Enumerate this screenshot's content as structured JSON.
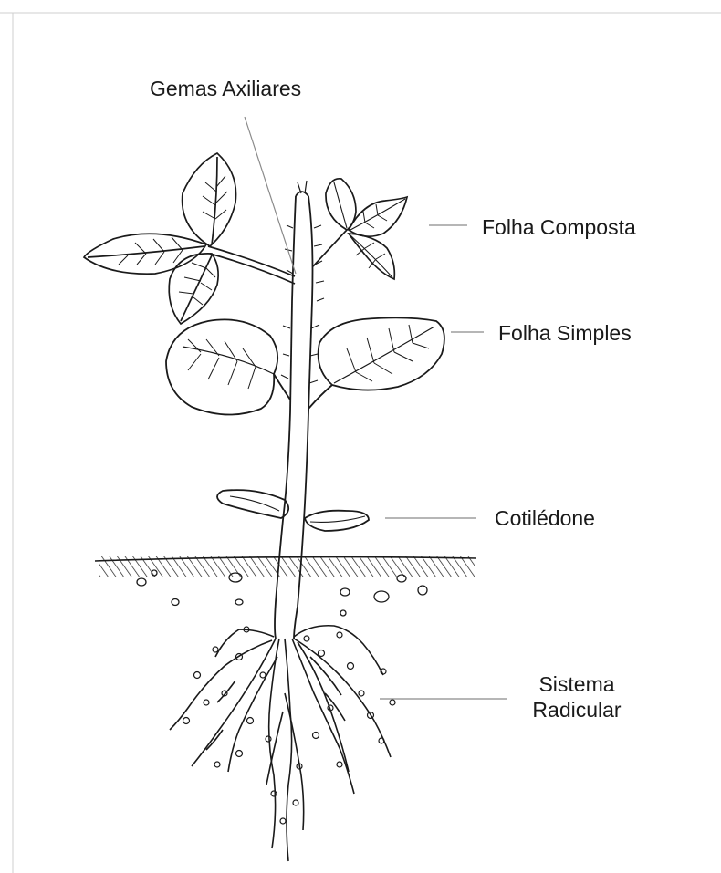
{
  "diagram": {
    "labels": {
      "gemas_axiliares": "Gemas Axiliares",
      "folha_composta": "Folha Composta",
      "folha_simples": "Folha Simples",
      "cotiledone": "Cotilédone",
      "sistema_radicular_line1": "Sistema",
      "sistema_radicular_line2": "Radicular"
    },
    "colors": {
      "ink": "#1a1a1a",
      "leader_line": "#8a8a8a",
      "background": "#ffffff"
    }
  }
}
